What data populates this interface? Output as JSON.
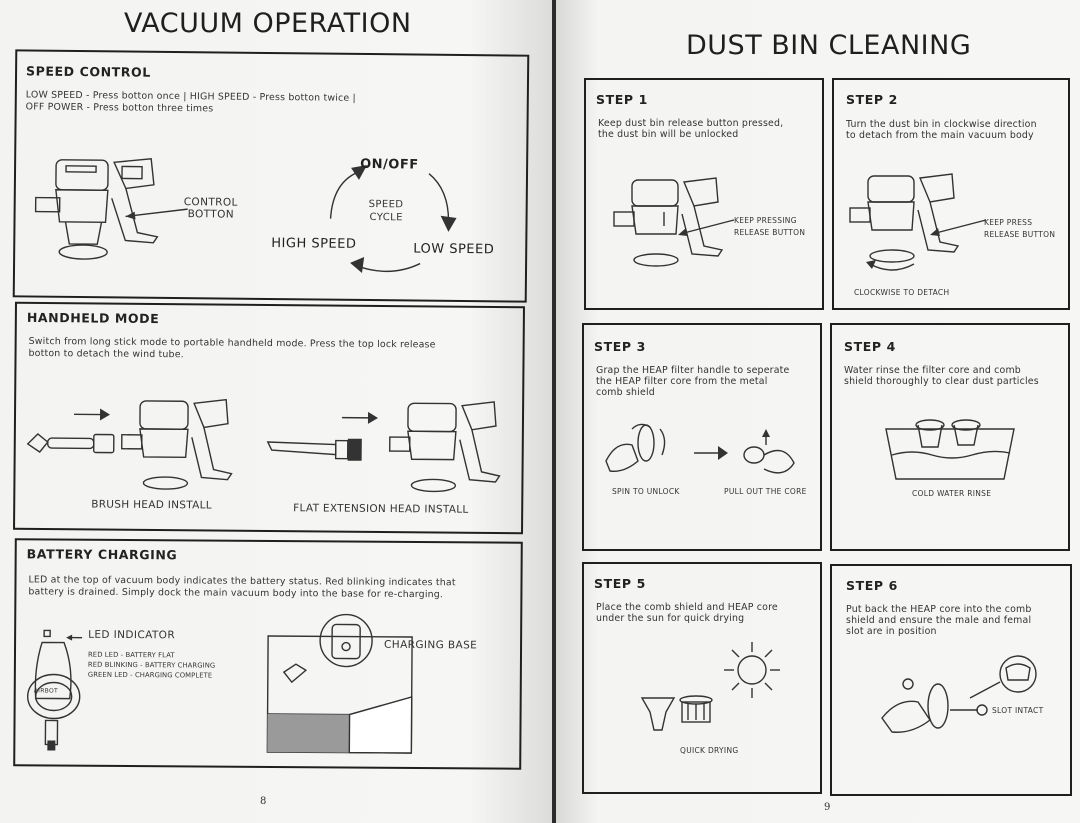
{
  "left": {
    "title": "VACUUM OPERATION",
    "page_number": "8",
    "speed_control": {
      "title": "SPEED CONTROL",
      "line1": "LOW SPEED - Press botton once | HIGH SPEED - Press botton twice |",
      "line2": "OFF POWER - Press botton three times",
      "control_label_1": "CONTROL",
      "control_label_2": "BOTTON",
      "cycle_on_off": "ON/OFF",
      "cycle_center_1": "SPEED",
      "cycle_center_2": "CYCLE",
      "cycle_high": "HIGH SPEED",
      "cycle_low": "LOW SPEED"
    },
    "handheld": {
      "title": "HANDHELD MODE",
      "line1": "Switch from long stick mode to portable handheld mode. Press the top lock release",
      "line2": "botton to detach the wind tube.",
      "caption_1": "BRUSH HEAD INSTALL",
      "caption_2": "FLAT EXTENSION HEAD INSTALL"
    },
    "battery": {
      "title": "BATTERY CHARGING",
      "line1": "LED at the top of vacuum body indicates the  battery status. Red blinking indicates that",
      "line2": "battery is drained. Simply dock the main vacuum body into the base for re-charging.",
      "led_label": "LED INDICATOR",
      "led_1": "RED LED - BATTERY FLAT",
      "led_2": "RED BLINKING - BATTERY CHARGING",
      "led_3": "GREEN LED - CHARGING COMPLETE",
      "brand": "AIRBOT",
      "base_label": "CHARGING BASE"
    }
  },
  "right": {
    "title": "DUST BIN CLEANING",
    "page_number": "9",
    "steps": [
      {
        "title": "STEP 1",
        "l1": "Keep dust bin release button pressed,",
        "l2": "the dust bin will be unlocked",
        "l3": "",
        "c1": "KEEP PRESSING",
        "c2": "RELEASE BUTTON"
      },
      {
        "title": "STEP 2",
        "l1": "Turn the dust bin in clockwise direction",
        "l2": "to detach from the main vacuum body",
        "l3": "",
        "c1": "KEEP PRESS",
        "c2": "RELEASE BUTTON",
        "c3": "CLOCKWISE TO DETACH"
      },
      {
        "title": "STEP 3",
        "l1": "Grap the HEAP filter handle to seperate",
        "l2": "the  HEAP  filter  core  from  the  metal",
        "l3": "comb shield",
        "c1": "SPIN TO UNLOCK",
        "c2": "PULL OUT THE CORE"
      },
      {
        "title": "STEP 4",
        "l1": "Water  rinse  the  filter  core  and  comb",
        "l2": "shield thoroughly to clear dust particles",
        "l3": "",
        "c1": "COLD WATER RINSE"
      },
      {
        "title": "STEP 5",
        "l1": "Place  the  comb  shield  and  HEAP  core",
        "l2": "under the sun for quick drying",
        "l3": "",
        "c1": "QUICK DRYING"
      },
      {
        "title": "STEP 6",
        "l1": "Put  back  the  HEAP  core  into  the  comb",
        "l2": "shield  and  ensure  the  male  and  femal",
        "l3": "slot are in position",
        "c1": "SLOT INTACT"
      }
    ]
  }
}
